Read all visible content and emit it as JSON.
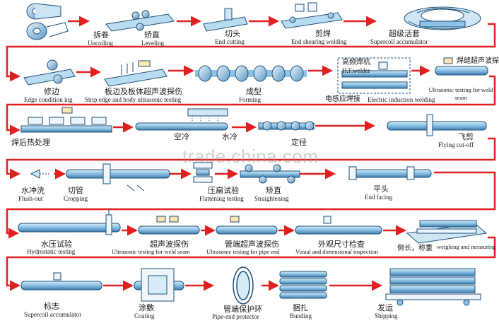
{
  "watermark": "trade.china.com",
  "colors": {
    "flow_arrow": "#e02020",
    "pipe": "#8fc3e6",
    "pipe_edge": "#1c4f7a",
    "plate": "#b9dcf0",
    "ink": "#1a1a1a"
  },
  "steps": [
    {
      "id": "uncoiling",
      "cn": "拆卷",
      "en": "Uncoiling"
    },
    {
      "id": "leveling",
      "cn": "矫直",
      "en": "Leveling"
    },
    {
      "id": "end-cutting",
      "cn": "切头",
      "en": "End cutting"
    },
    {
      "id": "end-shearing-welding",
      "cn": "剪焊",
      "en": "End shearing welding"
    },
    {
      "id": "supercoil-accumulator",
      "cn": "超级活套",
      "en": "Supercoil accumulator"
    },
    {
      "id": "edge-condition",
      "cn": "修边",
      "en": "Edge condition ing"
    },
    {
      "id": "strip-ultrasonic",
      "cn": "板边及板体超声波探伤",
      "en": "Strip edge and body ultrasonic testing"
    },
    {
      "id": "forming",
      "cn": "成型",
      "en": "Forming"
    },
    {
      "id": "hf-welder",
      "cn": "高频焊机",
      "en": "H.F.welder"
    },
    {
      "id": "induction-welding",
      "cn": "电感应焊接",
      "en": "Electric induction welding"
    },
    {
      "id": "weld-ultrasonic",
      "cn": "焊缝超声波探伤",
      "en": "Ultrasonic testing for weld seam"
    },
    {
      "id": "post-weld-heat",
      "cn": "焊后热处理",
      "en": ""
    },
    {
      "id": "air-cooling",
      "cn": "空冷",
      "en": ""
    },
    {
      "id": "water-cooling",
      "cn": "水冷",
      "en": ""
    },
    {
      "id": "sizing",
      "cn": "定径",
      "en": ""
    },
    {
      "id": "flying-cutoff",
      "cn": "飞剪",
      "en": "Flying cut-off"
    },
    {
      "id": "flush-out",
      "cn": "水冲洗",
      "en": "Flush-out"
    },
    {
      "id": "cropping",
      "cn": "切管",
      "en": "Cropping"
    },
    {
      "id": "flattening-testing",
      "cn": "压扁试验",
      "en": "Flattening testing"
    },
    {
      "id": "straightening",
      "cn": "矫直",
      "en": "Straightening"
    },
    {
      "id": "end-facing",
      "cn": "平头",
      "en": "End facing"
    },
    {
      "id": "hydrostatic-testing",
      "cn": "水压试验",
      "en": "Hydrostatic testing"
    },
    {
      "id": "ut-weld-seam",
      "cn": "超声波探伤",
      "en": "Ultrasonic testing for weld seam"
    },
    {
      "id": "ut-pipe-end",
      "cn": "管端超声波探伤",
      "en": "Ultrasonic testing for pipe end"
    },
    {
      "id": "visual-inspection",
      "cn": "外观尺寸检查",
      "en": "Visual and dimensional inspection"
    },
    {
      "id": "weighing-measuring",
      "cn": "侧长，称重",
      "en": "weighing and measuring"
    },
    {
      "id": "marking",
      "cn": "标志",
      "en": "Supercoil accumulator"
    },
    {
      "id": "coating",
      "cn": "涂敷",
      "en": "Coating"
    },
    {
      "id": "pipe-end-protector",
      "cn": "管端保护环",
      "en": "Pipe-end protector"
    },
    {
      "id": "bunding",
      "cn": "捆扎",
      "en": "Bunding"
    },
    {
      "id": "shipping",
      "cn": "发运",
      "en": "Shipping"
    }
  ]
}
